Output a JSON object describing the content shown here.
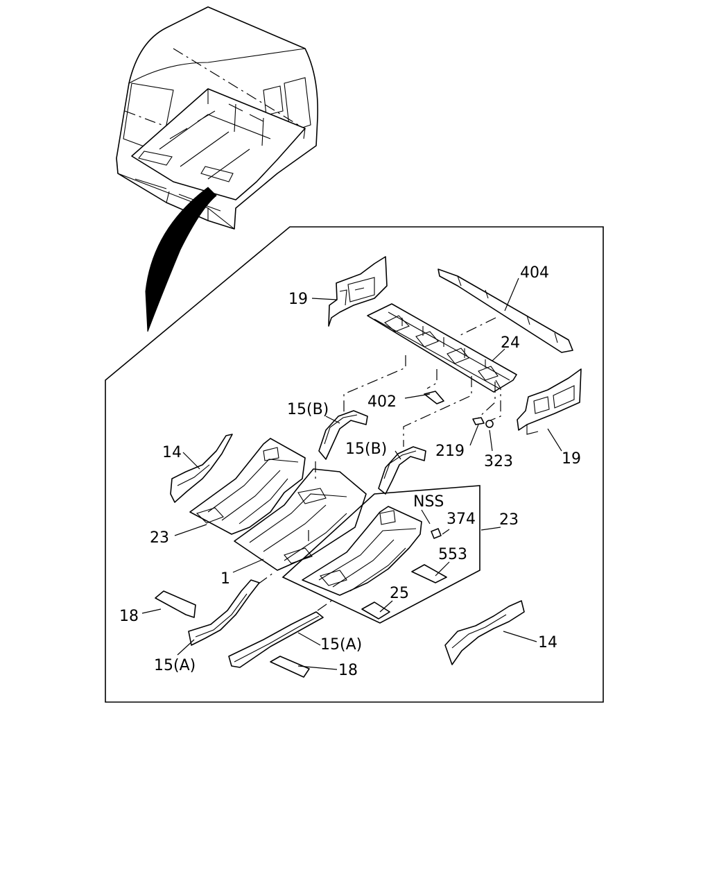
{
  "callouts": {
    "c404": "404",
    "c19_top": "19",
    "c24": "24",
    "c402": "402",
    "c15b_left": "15(B)",
    "c15b_right": "15(B)",
    "c219": "219",
    "c323": "323",
    "c19_right": "19",
    "c14_left": "14",
    "cNSS": "NSS",
    "c374": "374",
    "c23_right": "23",
    "c23_left": "23",
    "c553": "553",
    "c1": "1",
    "c25": "25",
    "c18_left": "18",
    "c15a_right": "15(A)",
    "c15a_left": "15(A)",
    "c18_bottom": "18",
    "c14_right": "14"
  }
}
